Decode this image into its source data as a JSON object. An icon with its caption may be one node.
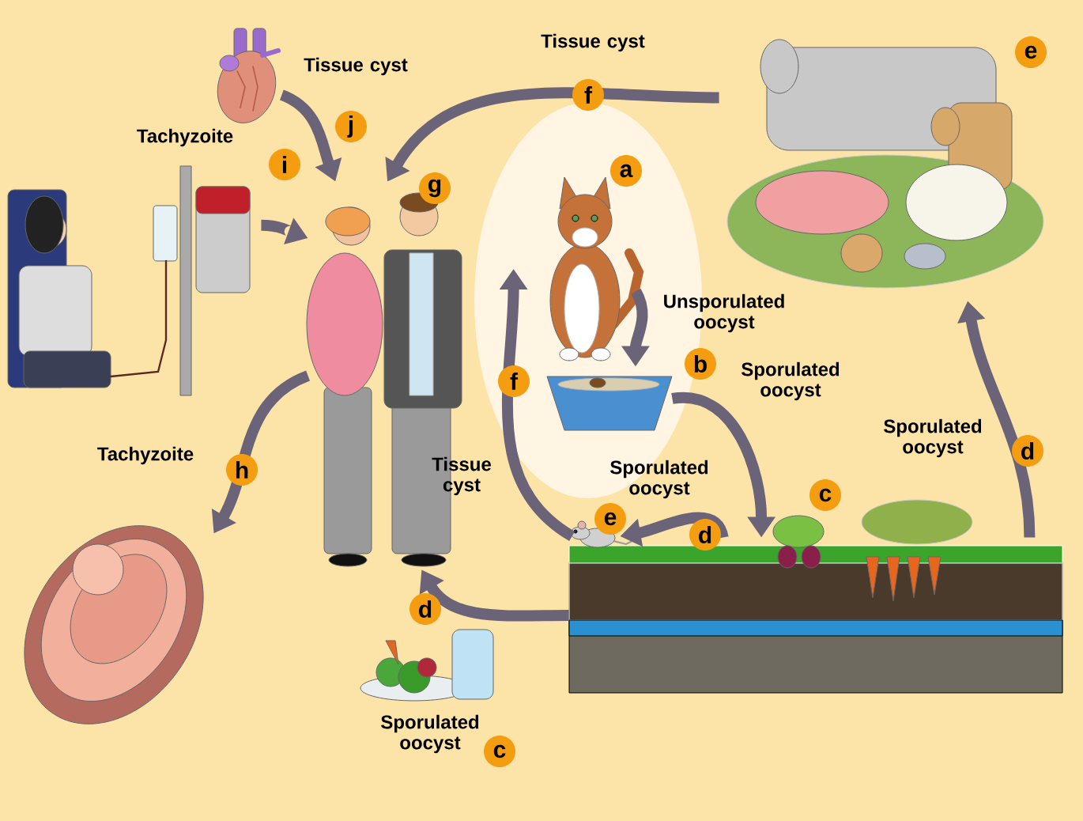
{
  "diagram": {
    "nodes": [
      {
        "text": [],
        "shape": "picture"
      },
      {
        "text": [],
        "shape": "picture"
      },
      {
        "text": [],
        "shape": "picture"
      },
      {
        "text": [],
        "shape": "picture"
      },
      {
        "text": [],
        "shape": "picture"
      },
      {
        "text": [],
        "shape": "picture"
      },
      {
        "text": [],
        "shape": "picture",
        "beside": [
          "Sporulated oocyst"
        ]
      },
      {
        "text": [],
        "shape": "picture"
      },
      {
        "text": [],
        "shape": "picture"
      },
      {
        "text": [],
        "shape": "picture",
        "beside": [
          "Tissue cyst"
        ]
      }
    ],
    "edges": [
      {
        "from": 0,
        "to": 1,
        "label": "Unsporulated oocyst",
        "arrow": "to"
      },
      {
        "from": 1,
        "to": 2,
        "label": "Sporulated oocyst",
        "arrow": "to"
      },
      {
        "from": 2,
        "to": 3,
        "label": "Sporulated oocyst",
        "arrow": "to"
      },
      {
        "from": 2,
        "to": 4,
        "label": "Sporulated oocyst",
        "arrow": "to"
      },
      {
        "from": 4,
        "to": 0,
        "label": "Tissue cyst",
        "arrow": "to"
      },
      {
        "from": 3,
        "to": 5,
        "label": "Tissue cyst",
        "arrow": "to"
      },
      {
        "from": 2,
        "to": 5,
        "arrow": "to"
      },
      {
        "from": 5,
        "to": 7,
        "label": "Tachyzoite",
        "arrow": "to"
      },
      {
        "from": 8,
        "to": 5,
        "arrow": "to"
      },
      {
        "from": 9,
        "to": 5,
        "arrow": "to"
      }
    ],
    "labels": [
      "e",
      "f",
      "j",
      "Tachyzoite",
      "i",
      "a",
      "g",
      "b",
      "f",
      "d",
      "h",
      "c",
      "e",
      "d",
      "d",
      "c"
    ]
  }
}
